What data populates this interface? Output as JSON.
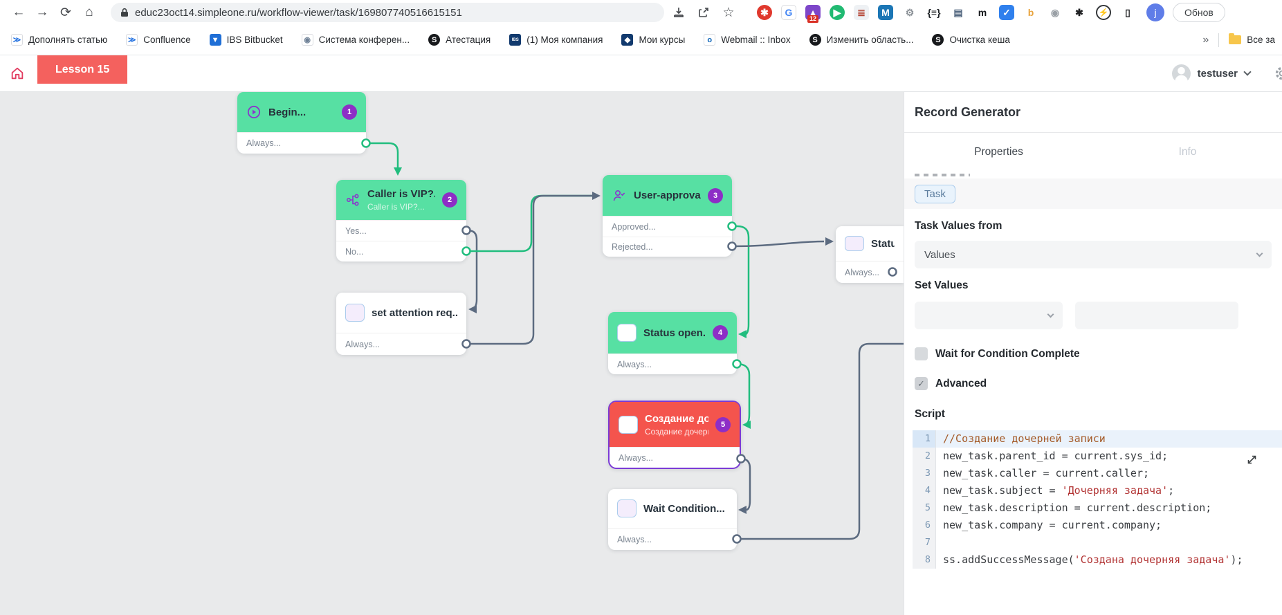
{
  "browser": {
    "url": "educ23oct14.simpleone.ru/workflow-viewer/task/169807740516615151",
    "profile_initial": "j",
    "update_button_label": "Обнов",
    "extensions": [
      {
        "name": "adblock-hand-icon",
        "glyph": "✱",
        "bg": "#e0382d",
        "fg": "#ffffff",
        "round": true
      },
      {
        "name": "translate-icon",
        "glyph": "G",
        "bg": "#ffffff",
        "fg": "#4285f4",
        "border": true
      },
      {
        "name": "purple-badge-12-icon",
        "glyph": "▲",
        "bg": "#7d46c9",
        "fg": "#ffffff",
        "badge": "12"
      },
      {
        "name": "green-play-icon",
        "glyph": "▶",
        "bg": "#21ba72",
        "fg": "#ffffff",
        "round": true
      },
      {
        "name": "document-icon",
        "glyph": "≣",
        "bg": "#eef1f4",
        "fg": "#b3402f"
      },
      {
        "name": "m-blue-square-icon",
        "glyph": "M",
        "bg": "#1b76b5",
        "fg": "#ffffff"
      },
      {
        "name": "wheel-icon",
        "glyph": "⚙",
        "bg": "",
        "fg": "#8a9096"
      },
      {
        "name": "braces-icon",
        "glyph": "{≡}",
        "bg": "",
        "fg": "#1e2226"
      },
      {
        "name": "journal-icon",
        "glyph": "▤",
        "bg": "",
        "fg": "#50657e"
      },
      {
        "name": "m-letter-icon",
        "glyph": "m",
        "bg": "",
        "fg": "#14171a"
      },
      {
        "name": "blue-shield-icon",
        "glyph": "✓",
        "bg": "#2f80ed",
        "fg": "#ffffff"
      },
      {
        "name": "b-colored-icon",
        "glyph": "b",
        "bg": "",
        "fg": "#e8a33d"
      },
      {
        "name": "globe-icon",
        "glyph": "◉",
        "bg": "",
        "fg": "#9aa0a6"
      },
      {
        "name": "puzzle-icon",
        "glyph": "✱",
        "bg": "",
        "fg": "#202124"
      },
      {
        "name": "lightning-circle-icon",
        "glyph": "⚡",
        "bg": "",
        "fg": "#35383b",
        "ring": true
      },
      {
        "name": "phone-icon",
        "glyph": "▯",
        "bg": "",
        "fg": "#202124"
      }
    ]
  },
  "bookmarks": {
    "items": [
      {
        "icon": "confluence-icon",
        "glyph": "≫",
        "bg": "#ffffff",
        "fg": "#1f6fe0",
        "label": "Дополнять статью"
      },
      {
        "icon": "confluence-icon",
        "glyph": "≫",
        "bg": "#ffffff",
        "fg": "#1f6fe0",
        "label": "Confluence"
      },
      {
        "icon": "bitbucket-icon",
        "glyph": "▼",
        "bg": "#1f6fd6",
        "fg": "#ffffff",
        "label": "IBS Bitbucket"
      },
      {
        "icon": "eye-icon",
        "glyph": "◉",
        "bg": "#ffffff",
        "fg": "#6e8096",
        "label": "Система конферен..."
      },
      {
        "icon": "simpleone-icon",
        "glyph": "S",
        "bg": "#17191c",
        "fg": "#ffffff",
        "round": true,
        "label": "Атестация"
      },
      {
        "icon": "ibs-company-icon",
        "glyph": "IBS",
        "bg": "#123a6e",
        "fg": "#ffffff",
        "label": "(1) Моя компания"
      },
      {
        "icon": "courses-icon",
        "glyph": "◆",
        "bg": "#123a6e",
        "fg": "#ffffff",
        "label": "Мои курсы"
      },
      {
        "icon": "outlook-icon",
        "glyph": "o",
        "bg": "#ffffff",
        "fg": "#0b63b8",
        "label": "Webmail :: Inbox"
      },
      {
        "icon": "simpleone-icon",
        "glyph": "S",
        "bg": "#17191c",
        "fg": "#ffffff",
        "round": true,
        "label": "Изменить область..."
      },
      {
        "icon": "simpleone-icon",
        "glyph": "S",
        "bg": "#17191c",
        "fg": "#ffffff",
        "round": true,
        "label": "Очистка кеша"
      }
    ],
    "overflow": "»",
    "all_label": "Все за"
  },
  "app": {
    "lesson_tab": "Lesson 15",
    "username": "testuser"
  },
  "workflow": {
    "nodes": [
      {
        "title": "Begin...",
        "badge": "1",
        "rows": [
          {
            "label": "Always..."
          }
        ]
      },
      {
        "title": "Caller is VIP?...",
        "subtitle": "Caller is VIP?...",
        "badge": "2",
        "rows": [
          {
            "label": "Yes..."
          },
          {
            "label": "No..."
          }
        ]
      },
      {
        "title": "set attention req...",
        "rows": [
          {
            "label": "Always..."
          }
        ]
      },
      {
        "title": "User-approval...",
        "badge": "3",
        "rows": [
          {
            "label": "Approved..."
          },
          {
            "label": "Rejected..."
          }
        ]
      },
      {
        "title": "Status ca",
        "rows": [
          {
            "label": "Always..."
          }
        ]
      },
      {
        "title": "Status open...",
        "badge": "4",
        "rows": [
          {
            "label": "Always..."
          }
        ]
      },
      {
        "title": "Создание доч...",
        "subtitle": "Создание дочерней...",
        "badge": "5",
        "rows": [
          {
            "label": "Always..."
          }
        ]
      },
      {
        "title": "Wait Condition...",
        "rows": [
          {
            "label": "Always..."
          }
        ]
      }
    ],
    "colors": {
      "node_green": "#57e0a3",
      "node_red": "#f4544d",
      "badge_purple": "#8d2ec6",
      "edge_green": "#21bd7e",
      "edge_slate": "#5c6b80",
      "selection_purple": "#7b3bd6"
    }
  },
  "panel": {
    "title": "Record Generator",
    "tabs": {
      "properties": "Properties",
      "info": "Info"
    },
    "task_chip": "Task",
    "task_values_from_label": "Task Values from",
    "values_selected": "Values",
    "set_values_label": "Set Values",
    "wait_label": "Wait for Condition Complete",
    "advanced_label": "Advanced",
    "script_label": "Script",
    "script": {
      "lines": [
        {
          "num": "1",
          "active": true,
          "tokens": [
            {
              "text": "//Создание дочерней записи",
              "type": "comment"
            }
          ]
        },
        {
          "num": "2",
          "tokens": [
            {
              "text": "new_task.parent_id = current.sys_id;",
              "type": "plain"
            }
          ]
        },
        {
          "num": "3",
          "tokens": [
            {
              "text": "new_task.caller = current.caller;",
              "type": "plain"
            }
          ]
        },
        {
          "num": "4",
          "tokens": [
            {
              "text": "new_task.subject = ",
              "type": "plain"
            },
            {
              "text": "'Дочерняя задача'",
              "type": "string"
            },
            {
              "text": ";",
              "type": "plain"
            }
          ]
        },
        {
          "num": "5",
          "tokens": [
            {
              "text": "new_task.description = current.description;",
              "type": "plain"
            }
          ]
        },
        {
          "num": "6",
          "tokens": [
            {
              "text": "new_task.company = current.company;",
              "type": "plain"
            }
          ]
        },
        {
          "num": "7",
          "tokens": []
        },
        {
          "num": "8",
          "tokens": [
            {
              "text": "ss.addSuccessMessage(",
              "type": "plain"
            },
            {
              "text": "'Создана дочерняя задача'",
              "type": "string"
            },
            {
              "text": ");",
              "type": "plain"
            }
          ]
        }
      ]
    }
  }
}
